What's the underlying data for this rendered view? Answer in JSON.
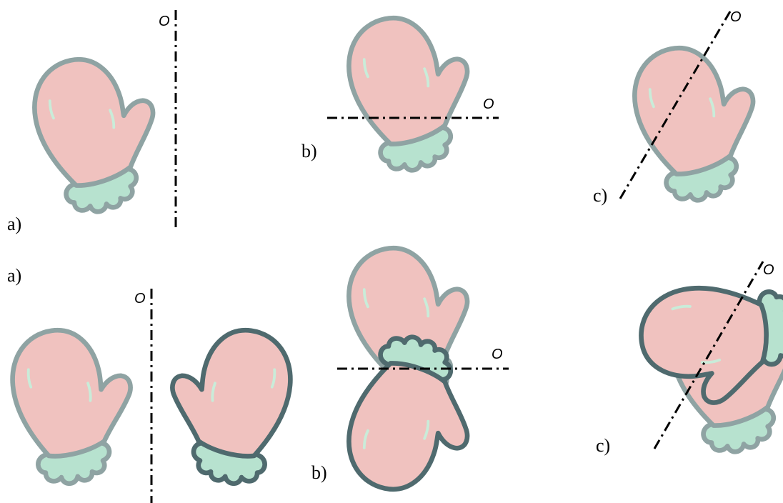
{
  "figure": {
    "top_row": {
      "a": {
        "label": "a)",
        "axis_label": "O"
      },
      "b": {
        "label": "b)",
        "axis_label": "O"
      },
      "c": {
        "label": "c)",
        "axis_label": "O"
      }
    },
    "bottom_row": {
      "a": {
        "label": "a)",
        "axis_label": "O"
      },
      "b": {
        "label": "b)",
        "axis_label": "O"
      },
      "c": {
        "label": "c)",
        "axis_label": "O"
      }
    }
  },
  "colors": {
    "glove_fill": "#f0c2bf",
    "glove_outline": "#8fa3a3",
    "reflected_outline": "#4f6a6e",
    "cuff_fill": "#b7e2cf",
    "highlight": "#c9ecd9",
    "axis": "#000000"
  },
  "icons": [
    "mitten-icon",
    "reflected-mitten-icon",
    "symmetry-axis-icon"
  ]
}
